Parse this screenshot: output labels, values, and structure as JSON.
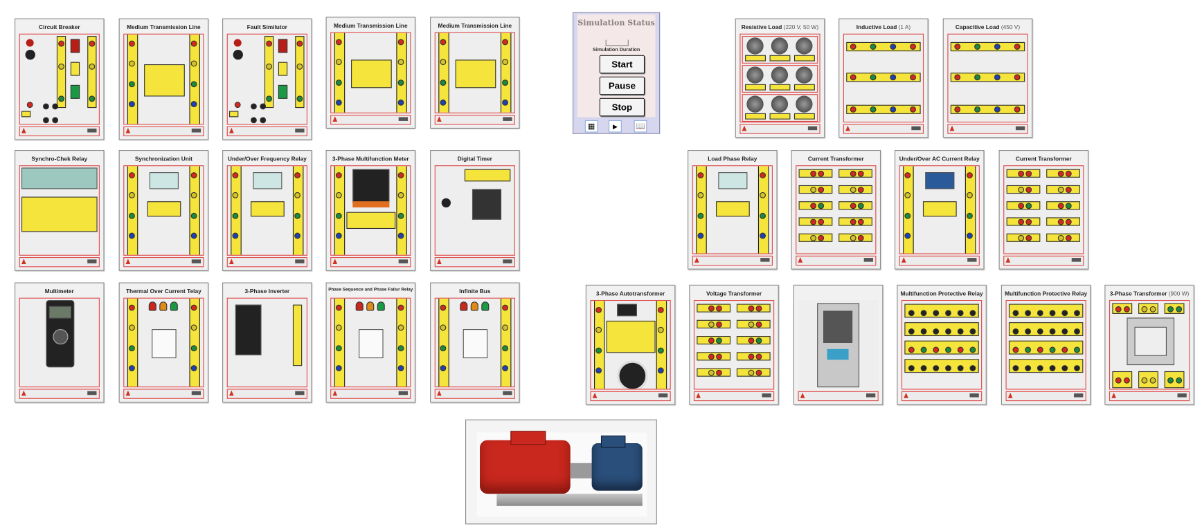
{
  "simulation": {
    "title": "Simulation Status",
    "duration_label": "Simulation Duration",
    "duration_value": "",
    "buttons": {
      "start": "Start",
      "pause": "Pause",
      "stop": "Stop"
    },
    "icons": [
      "calculator-icon",
      "video-icon",
      "book-icon"
    ]
  },
  "modules": [
    {
      "title": "Circuit Breaker"
    },
    {
      "title": "Medium Transmission Line"
    },
    {
      "title": "Fault Similutor"
    },
    {
      "title": "Medium Transmission Line"
    },
    {
      "title": "Medium Transmission Line"
    },
    {
      "title": "Resistive Load",
      "sub": "(220 V, 50 W)"
    },
    {
      "title": "Inductive Load",
      "sub": "(1 A)"
    },
    {
      "title": "Capacitive Load",
      "sub": "(450 V)"
    },
    {
      "title": "Synchro-Chek Relay"
    },
    {
      "title": "Synchronization Unit"
    },
    {
      "title": "Under/Over Frequency Relay"
    },
    {
      "title": "3-Phase Multifunction Meter"
    },
    {
      "title": "Digital Timer"
    },
    {
      "title": "Load Phase Relay"
    },
    {
      "title": "Current Transformer"
    },
    {
      "title": "Under/Over AC Current Relay"
    },
    {
      "title": "Current Transformer"
    },
    {
      "title": "Multimeter"
    },
    {
      "title": "Thermal Over Current Telay"
    },
    {
      "title": "3-Phase Inverter"
    },
    {
      "title": "Phase Sequence and Phase Failur Relay"
    },
    {
      "title": "Infinite Bus"
    },
    {
      "title": "3-Phase Autotransformer"
    },
    {
      "title": "Voltage Transformer"
    },
    {
      "title": ""
    },
    {
      "title": "Multifunction Protective Relay"
    },
    {
      "title": "Multifunction Protective Relay"
    },
    {
      "title": "3-Phase Transformer",
      "sub": "(900 W)"
    }
  ],
  "colors": {
    "panel_border": "#e04848",
    "terminal_yellow": "#f4e43c",
    "motor_red": "#c8281e",
    "motor_blue": "#2a4f7a"
  }
}
